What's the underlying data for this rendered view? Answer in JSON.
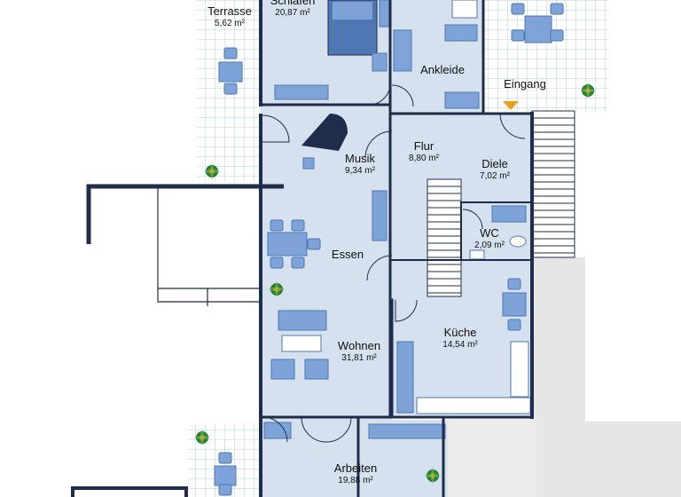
{
  "plan": {
    "rooms": [
      {
        "id": "terrasse_top",
        "name": "Terrasse",
        "area": "5,62 m²"
      },
      {
        "id": "schlafen",
        "name": "Schlafen",
        "area": "20,87 m²"
      },
      {
        "id": "ankleide",
        "name": "Ankleide",
        "area": ""
      },
      {
        "id": "eingang",
        "name": "Eingang",
        "area": ""
      },
      {
        "id": "musik",
        "name": "Musik",
        "area": "9,34 m²"
      },
      {
        "id": "flur",
        "name": "Flur",
        "area": "8,80 m²"
      },
      {
        "id": "diele",
        "name": "Diele",
        "area": "7,02 m²"
      },
      {
        "id": "wc",
        "name": "WC",
        "area": "2,09 m²"
      },
      {
        "id": "essen",
        "name": "Essen",
        "area": ""
      },
      {
        "id": "kueche",
        "name": "Küche",
        "area": "14,54 m²"
      },
      {
        "id": "wohnen",
        "name": "Wohnen",
        "area": "31,81 m²"
      },
      {
        "id": "arbeiten",
        "name": "Arbeiten",
        "area": "19,88 m²"
      }
    ]
  },
  "colors": {
    "floor": "#d5e1ee",
    "wall": "#1f2c4a",
    "furniture": "#7ea3d8",
    "furniture_dark": "#4f77b3",
    "terrace_tile": "#ffffff",
    "terrace_grid": "#9fc0e0",
    "ground": "#dcdcdc",
    "plant": "#2e7d32"
  }
}
